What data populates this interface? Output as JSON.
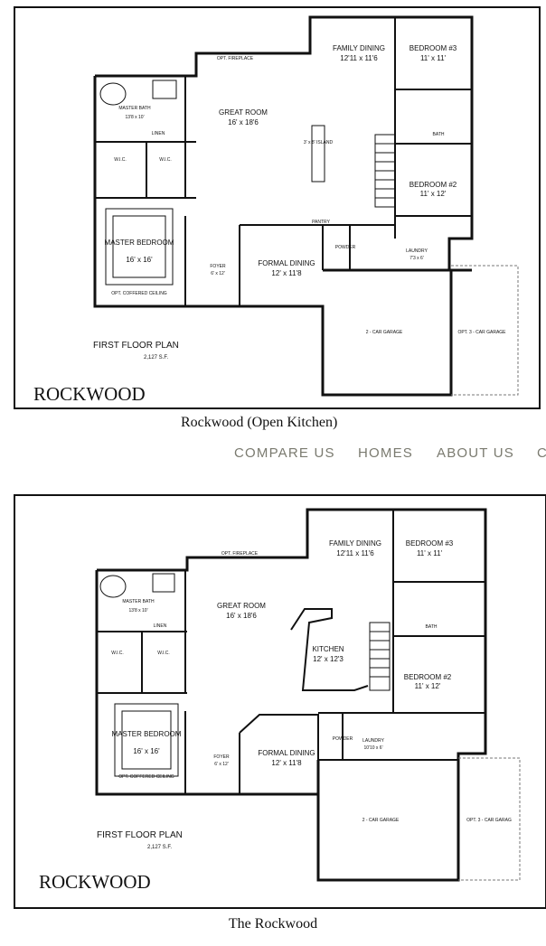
{
  "plan1": {
    "name": "ROCKWOOD",
    "floor_title": "FIRST FLOOR PLAN",
    "sqft": "2,127 S.F.",
    "rooms": {
      "family_dining": {
        "label": "FAMILY DINING",
        "dim": "12'11 x 11'6"
      },
      "bedroom3": {
        "label": "BEDROOM #3",
        "dim": "11' x 11'"
      },
      "great_room": {
        "label": "GREAT ROOM",
        "dim": "16' x 18'6"
      },
      "master_bath": {
        "label": "MASTER BATH",
        "dim": "13'8 x 10'"
      },
      "master_bedroom": {
        "label": "MASTER BEDROOM",
        "dim": "16' x 16'"
      },
      "bedroom2": {
        "label": "BEDROOM #2",
        "dim": "11' x 12'"
      },
      "formal_dining": {
        "label": "FORMAL DINING",
        "dim": "12' x 11'8"
      },
      "foyer": {
        "label": "FOYER",
        "dim": "6' x 12'"
      },
      "garage": {
        "label": "2 - CAR GARAGE"
      },
      "opt_garage": {
        "label": "OPT. 3 - CAR GARAGE"
      },
      "laundry": {
        "label": "LAUNDRY",
        "dim": "7'3 x 6'"
      },
      "powder": {
        "label": "POWDER"
      }
    },
    "small_labels": {
      "opt_fireplace": "OPT. FIREPLACE",
      "wic": "W.I.C.",
      "linen": "LINEN",
      "bath": "BATH",
      "island": "3' x 8' ISLAND",
      "pantry": "PANTRY",
      "coffered": "OPT. COFFERED CEILING"
    }
  },
  "caption_partial": "Rockwood (Open Kitchen)",
  "nav": {
    "items": [
      "COMPARE US",
      "HOMES",
      "ABOUT US",
      "C"
    ]
  },
  "plan2": {
    "name": "ROCKWOOD",
    "floor_title": "FIRST FLOOR PLAN",
    "sqft": "2,127 S.F.",
    "rooms": {
      "family_dining": {
        "label": "FAMILY DINING",
        "dim": "12'11 x 11'6"
      },
      "bedroom3": {
        "label": "BEDROOM #3",
        "dim": "11' x 11'"
      },
      "great_room": {
        "label": "GREAT ROOM",
        "dim": "16' x 18'6"
      },
      "master_bath": {
        "label": "MASTER BATH",
        "dim": "13'8 x 10'"
      },
      "master_bedroom": {
        "label": "MASTER BEDROOM",
        "dim": "16' x 16'"
      },
      "kitchen": {
        "label": "KITCHEN",
        "dim": "12' x 12'3"
      },
      "bedroom2": {
        "label": "BEDROOM #2",
        "dim": "11' x 12'"
      },
      "formal_dining": {
        "label": "FORMAL DINING",
        "dim": "12' x 11'8"
      },
      "foyer": {
        "label": "FOYER",
        "dim": "6' x 12'"
      },
      "garage": {
        "label": "2 - CAR GARAGE"
      },
      "opt_garage": {
        "label": "OPT. 3 - CAR GARAG"
      },
      "laundry": {
        "label": "LAUNDRY",
        "dim": "10'10 x 6'"
      },
      "powder": {
        "label": "POWDER"
      }
    },
    "small_labels": {
      "opt_fireplace": "OPT. FIREPLACE",
      "wic": "W.I.C.",
      "linen": "LINEN",
      "bath": "BATH",
      "coffered": "OPT. COFFERED CEILING"
    }
  },
  "caption2": "The Rockwood"
}
